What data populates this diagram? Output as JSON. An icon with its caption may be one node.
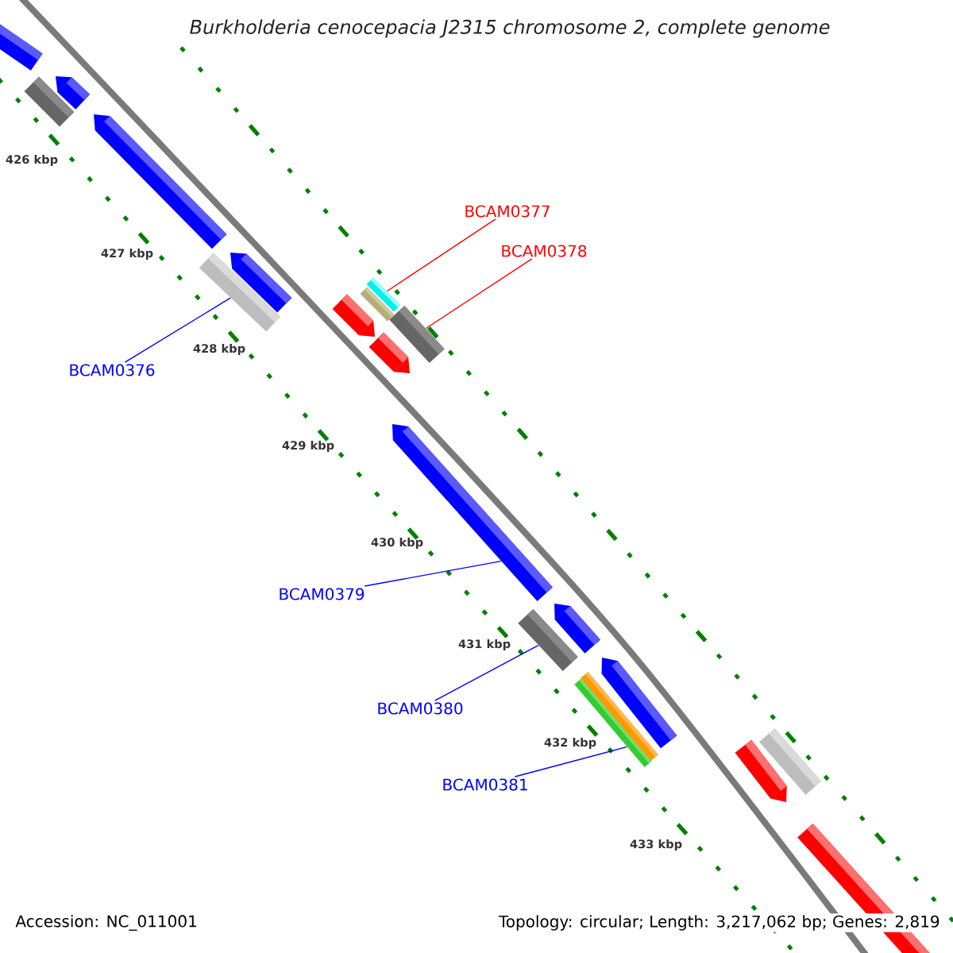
{
  "diagram": {
    "title": "Burkholderia cenocepacia J2315 chromosome 2, complete genome",
    "nodes": [
      {
        "text": [
          "BCAM0377"
        ]
      },
      {
        "text": [
          "BCAM0378"
        ]
      },
      {
        "text": [
          "BCAM0376"
        ]
      },
      {
        "text": [
          "BCAM0379"
        ]
      },
      {
        "text": [
          "BCAM0380"
        ]
      },
      {
        "text": [
          "BCAM0381"
        ]
      },
      {
        "text": [],
        "shape": "arrow"
      },
      {
        "text": [],
        "shape": "bar"
      },
      {
        "text": [],
        "shape": "arrow"
      },
      {
        "text": [],
        "shape": "arrow"
      },
      {
        "text": [],
        "shape": "bar"
      },
      {
        "text": [],
        "shape": "arrow"
      },
      {
        "text": [],
        "shape": "arrow"
      },
      {
        "text": [],
        "shape": "bar"
      },
      {
        "text": [],
        "shape": "bar"
      },
      {
        "text": [],
        "shape": "arrow"
      },
      {
        "text": [],
        "shape": "arrow"
      },
      {
        "text": [],
        "shape": "bar"
      },
      {
        "text": [],
        "shape": "bar"
      },
      {
        "text": [],
        "shape": "arrow"
      },
      {
        "text": [],
        "shape": "bar"
      },
      {
        "text": [],
        "shape": "bar"
      },
      {
        "text": [],
        "shape": "arrow"
      },
      {
        "text": [],
        "shape": "arrow"
      },
      {
        "text": [],
        "shape": "bar"
      },
      {
        "text": [],
        "shape": "arrow"
      }
    ],
    "edges": [
      {
        "from": 0,
        "to": 14,
        "arrow": "none",
        "color": "#ff0000"
      },
      {
        "from": 1,
        "to": 17,
        "arrow": "none",
        "color": "#ff0000"
      },
      {
        "from": 2,
        "to": 10,
        "arrow": "none"
      },
      {
        "from": 3,
        "to": 16,
        "arrow": "none"
      },
      {
        "from": 4,
        "to": 18,
        "arrow": "none"
      },
      {
        "from": 5,
        "to": 20,
        "arrow": "none"
      }
    ],
    "labels": [
      "426 kbp",
      "427 kbp",
      "428 kbp",
      "429 kbp",
      "430 kbp",
      "431 kbp",
      "432 kbp",
      "433 kbp",
      "Accession: NC_011001",
      "Topology: circular; Length: 3,217,062 bp; Genes: 2,819"
    ]
  }
}
